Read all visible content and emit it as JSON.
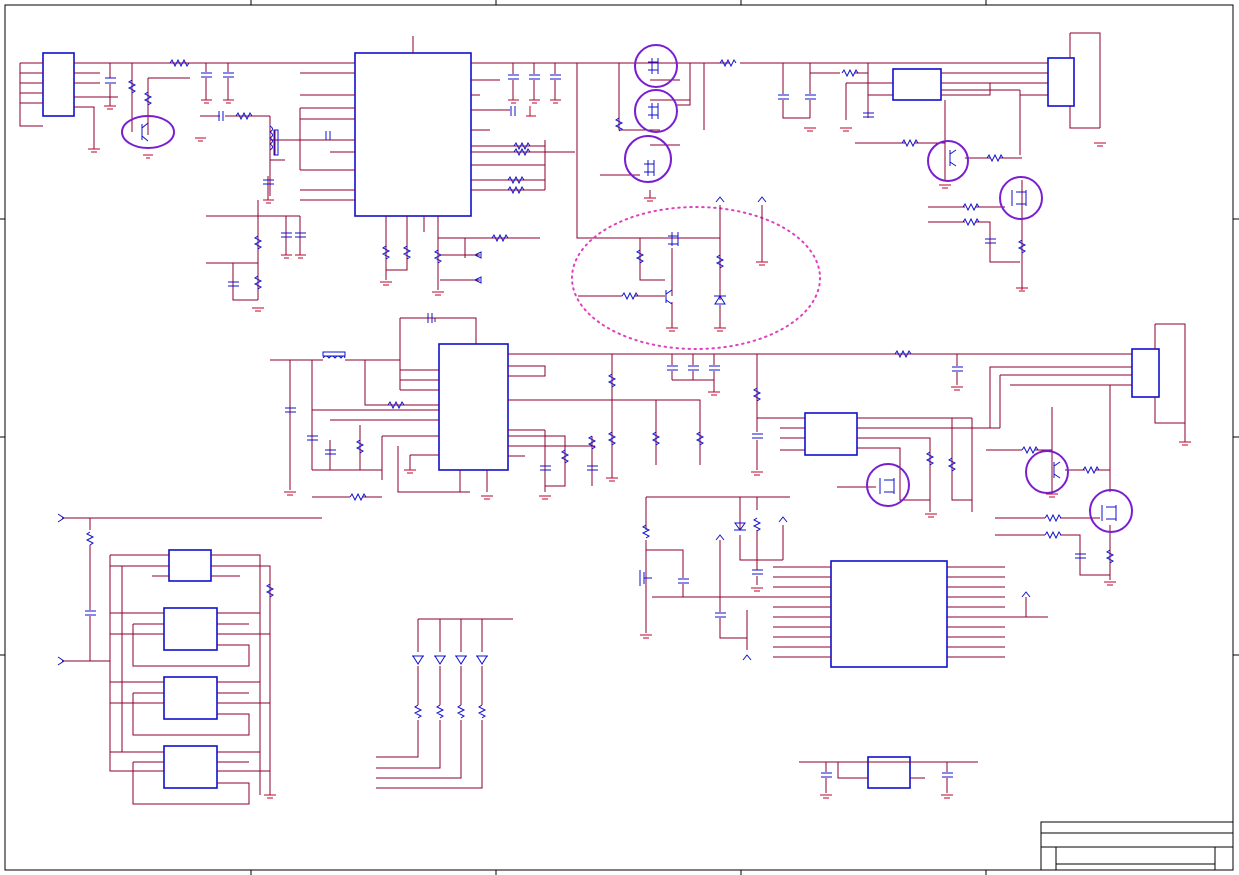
{
  "sheet": {
    "title": "",
    "background": "#ffffff",
    "colors": {
      "wire": "#8b0030",
      "component": "#1010cc",
      "ground": "#c0002a",
      "highlight_circle": "#7a1fd0",
      "highlight_dotted": "#e040c0",
      "frame": "#000000"
    }
  },
  "blocks": [
    "connector-left",
    "controller-ic",
    "mosfet-switch-stack",
    "right-regulator",
    "dotted-highlight-circuit",
    "second-controller-ic",
    "right-regulator-2",
    "mcu-ic",
    "optocoupler-array",
    "led-indicators",
    "small-regulator",
    "title-block"
  ],
  "title_block": {
    "rows": [
      "",
      "",
      ""
    ]
  }
}
